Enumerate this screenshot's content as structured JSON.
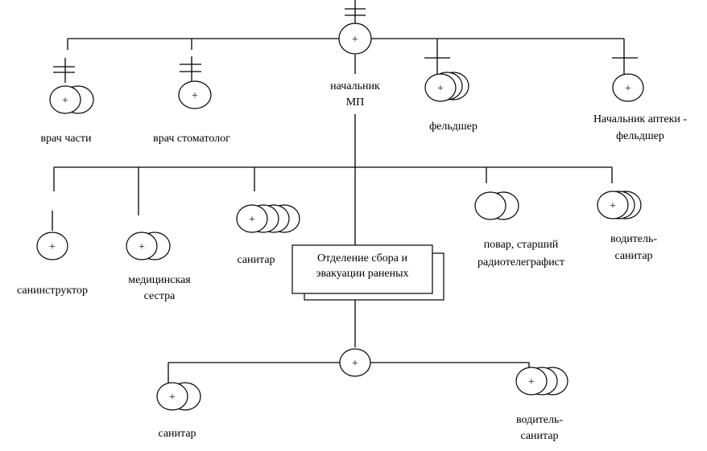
{
  "diagram": {
    "type": "organizational-structure",
    "plus_symbol": "+",
    "head": {
      "label_line1": "начальник",
      "label_line2": "МП"
    },
    "top_row": [
      {
        "label": "врач части"
      },
      {
        "label": "врач стоматолог"
      },
      {
        "label": "фельдшер"
      },
      {
        "label_line1": "Начальник аптеки -",
        "label_line2": "фельдшер"
      }
    ],
    "middle_row": [
      {
        "label": "санинструктор"
      },
      {
        "label_line1": "медицинская",
        "label_line2": "сестра"
      },
      {
        "label": "санитар"
      },
      {
        "label_line1": "повар, старший",
        "label_line2": "радиотелеграфист"
      },
      {
        "label_line1": "водитель-",
        "label_line2": "санитар"
      }
    ],
    "unit_box": {
      "line1": "Отделение сбора и",
      "line2": "эвакуации раненых"
    },
    "bottom_row": [
      {
        "label": "санитар"
      },
      {
        "label_line1": "водитель-",
        "label_line2": "санитар"
      }
    ]
  }
}
